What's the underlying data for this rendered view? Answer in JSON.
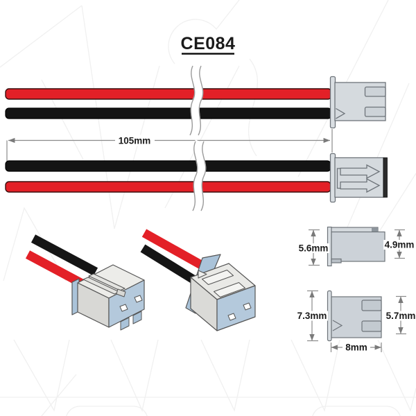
{
  "title": "CE084",
  "cable": {
    "length_label": "105mm",
    "wire_colors": [
      "red",
      "black"
    ]
  },
  "housing_side_view_a": {
    "flange_height_label": "5.6mm",
    "body_height_label": "4.9mm"
  },
  "housing_side_view_b": {
    "flange_height_label": "7.3mm",
    "body_height_label": "5.7mm",
    "body_width_label": "8mm"
  },
  "colors": {
    "wire_red": "#e32027",
    "wire_black": "#151515",
    "housing_fill": "#d5dade",
    "housing_fill_dark": "#ccd2d8",
    "housing_shadow_blue": "#b4c9dc",
    "housing_outline": "#6e747a",
    "dimension_line": "#8a8a8a",
    "watermark": "#f0f0f0"
  }
}
